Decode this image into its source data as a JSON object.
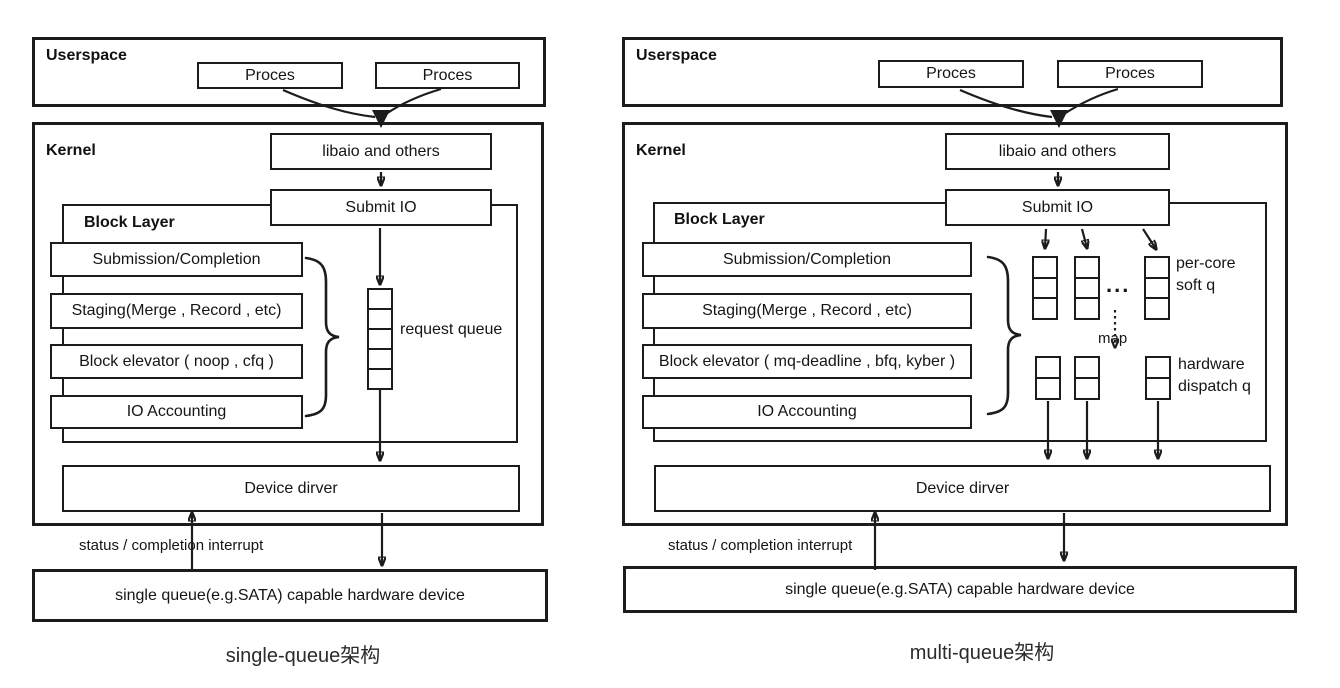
{
  "diagrams": {
    "left": {
      "userspace_label": "Userspace",
      "process1": "Proces",
      "process2": "Proces",
      "kernel_label": "Kernel",
      "libaio": "libaio and others",
      "submit_io": "Submit IO",
      "block_layer_label": "Block Layer",
      "layers": [
        "Submission/Completion",
        "Staging(Merge , Record , etc)",
        "Block elevator ( noop , cfq )",
        "IO Accounting"
      ],
      "queue_label": "request queue",
      "device_driver": "Device dirver",
      "interrupt_label": "status / completion interrupt",
      "hardware_device": "single queue(e.g.SATA) capable hardware device",
      "caption": "single-queue架构"
    },
    "right": {
      "userspace_label": "Userspace",
      "process1": "Proces",
      "process2": "Proces",
      "kernel_label": "Kernel",
      "libaio": "libaio and others",
      "submit_io": "Submit IO",
      "block_layer_label": "Block Layer",
      "layers": [
        "Submission/Completion",
        "Staging(Merge , Record , etc)",
        "Block elevator ( mq-deadline , bfq, kyber )",
        "IO Accounting"
      ],
      "ellipsis": "...",
      "soft_queue_label": {
        "line1": "per-core",
        "line2": "soft q"
      },
      "map_label": "map",
      "dispatch_queue_label": {
        "line1": "hardware",
        "line2": "dispatch q"
      },
      "device_driver": "Device dirver",
      "interrupt_label": "status / completion interrupt",
      "hardware_device": "single queue(e.g.SATA) capable hardware device",
      "caption": "multi-queue架构"
    }
  },
  "colors": {
    "line": "#1c1c1c",
    "background": "#ffffff"
  }
}
